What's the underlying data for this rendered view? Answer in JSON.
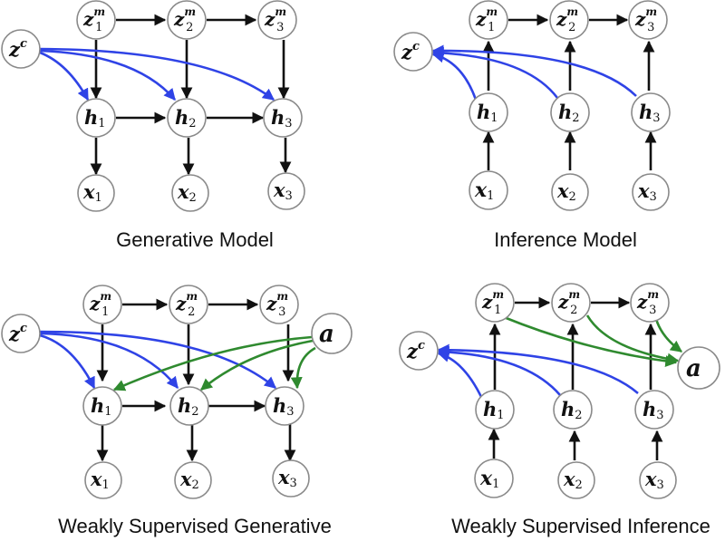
{
  "captions": {
    "generative": "Generative Model",
    "inference": "Inference Model",
    "ws_generative": "Weakly Supervised Generative",
    "ws_inference": "Weakly Supervised Inference"
  },
  "nodes": {
    "z_c": {
      "base": "z",
      "sup": "c"
    },
    "z_m": {
      "base": "z",
      "sup": "m"
    },
    "h": {
      "base": "h"
    },
    "x": {
      "base": "x"
    },
    "a": {
      "base": "a"
    },
    "indices": [
      "1",
      "2",
      "3"
    ]
  },
  "colors": {
    "black_arrow": "#111111",
    "blue_arrow": "#2f43e6",
    "green_arrow": "#2f8a2f",
    "node_border": "#8a8a8a"
  }
}
